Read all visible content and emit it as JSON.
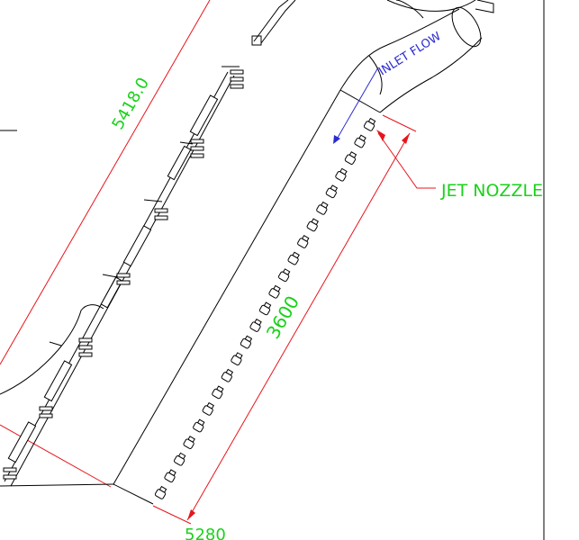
{
  "labels": {
    "dimension_length": "5418.0",
    "dimension_nozzle_span": "3600",
    "dimension_bottom": "5280",
    "jet_nozzle": "JET NOZZLE",
    "inlet_flow": "INLET FLOW"
  },
  "colors": {
    "line": "#000000",
    "dimension": "#e8141b",
    "dimension_text": "#19d219",
    "flow": "#2b2bd0"
  },
  "nozzle_count": 23
}
